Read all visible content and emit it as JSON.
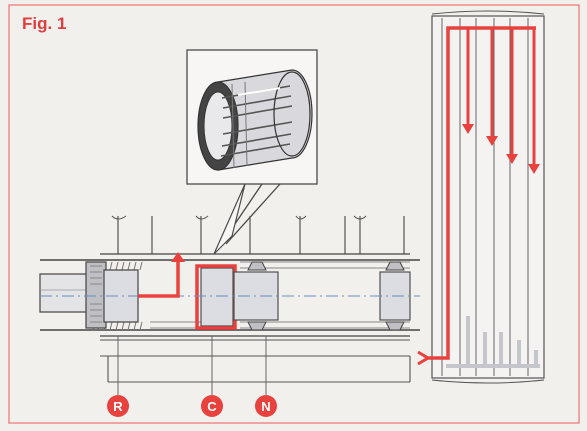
{
  "figure": {
    "title": "Fig. 1"
  },
  "callouts": [
    {
      "id": "r",
      "label": "R"
    },
    {
      "id": "c",
      "label": "C"
    },
    {
      "id": "n",
      "label": "N"
    }
  ],
  "colors": {
    "accent": "#e8423f",
    "frame": "#f08a8a",
    "line": "#4a4a4a",
    "fill_light": "#dcdde2",
    "fill_mid": "#bfbfc4",
    "background": "#f2f0ed"
  }
}
